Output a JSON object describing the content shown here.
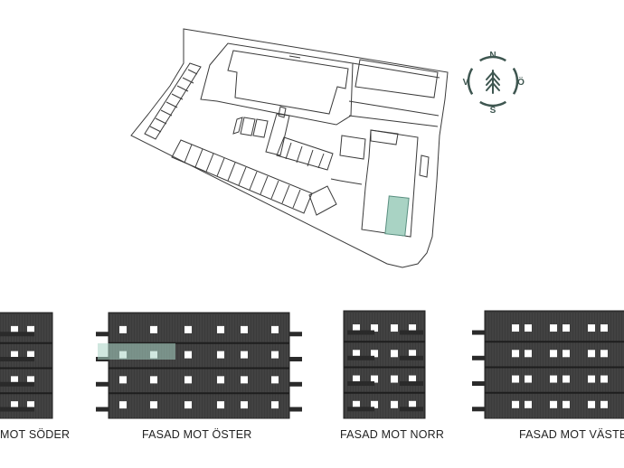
{
  "compass": {
    "north": "N",
    "east": "Ö",
    "south": "S",
    "west": "V"
  },
  "captions": {
    "south": "MOT SÖDER",
    "east": "FASAD MOT ÖSTER",
    "north": "FASAD MOT NORR",
    "west": "FASAD MOT VÄSTER"
  },
  "colors": {
    "line": "#3a3a3a",
    "facade_dark": "#3b3b3b",
    "highlight": "#a9d3c4",
    "highlight_stroke": "#5a8f80",
    "compass": "#3e5650"
  }
}
